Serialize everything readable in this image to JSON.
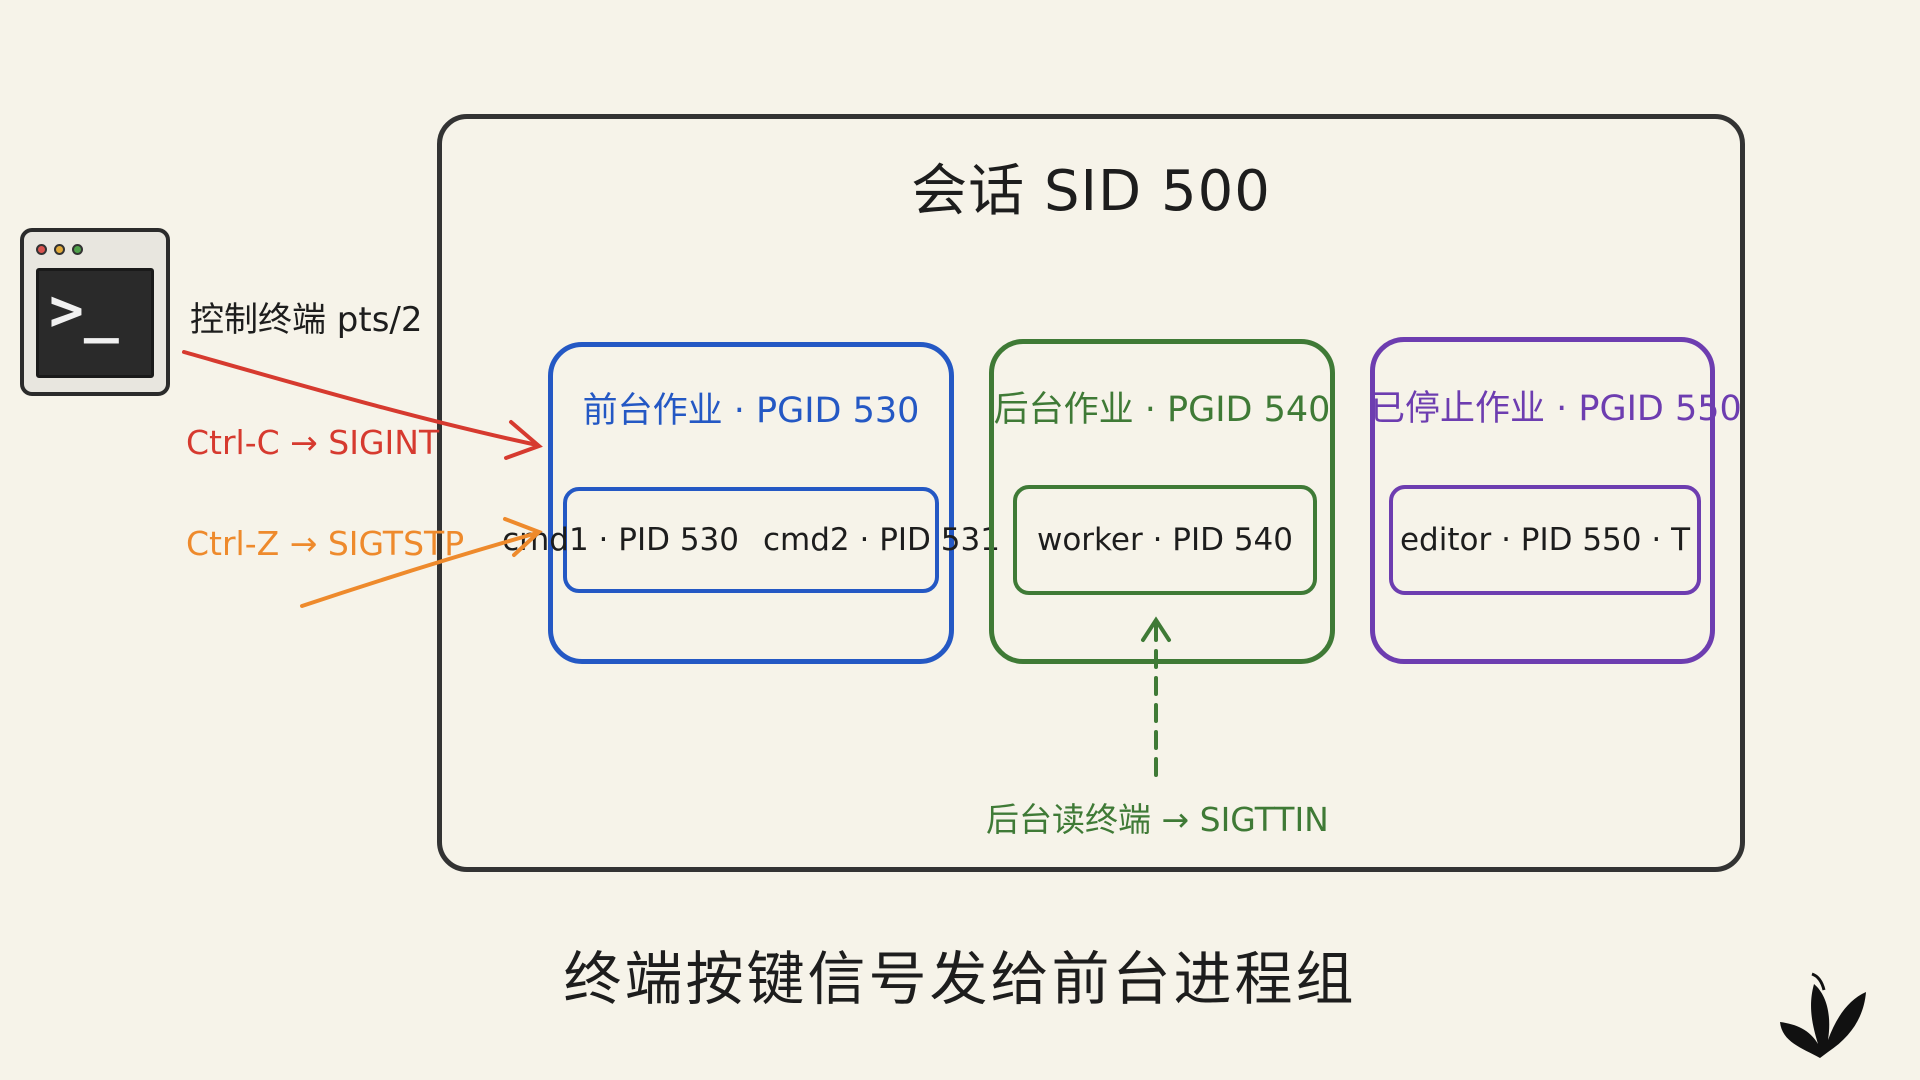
{
  "terminal": {
    "label": "控制终端 pts/2",
    "prompt": ">_",
    "icon": "terminal-icon",
    "dot_colors": [
      "#d9534f",
      "#e0a93a",
      "#4fa04a"
    ]
  },
  "session": {
    "title": "会话 SID 500"
  },
  "groups": [
    {
      "title": "前台作业 · PGID 530",
      "processes": [
        "cmd1 · PID 530",
        "cmd2 · PID 531"
      ],
      "color": "#2458c4"
    },
    {
      "title": "后台作业 · PGID 540",
      "processes": [
        "worker · PID 540"
      ],
      "color": "#3f7a36"
    },
    {
      "title": "已停止作业 · PGID 550",
      "processes": [
        "editor · PID 550 · T"
      ],
      "color": "#6d3db0"
    }
  ],
  "signals": {
    "ctrl_c": {
      "label": "Ctrl-C → SIGINT",
      "color": "#d63a2f"
    },
    "ctrl_z": {
      "label": "Ctrl-Z → SIGTSTP",
      "color": "#ee8a2c"
    },
    "sigttin": {
      "label": "后台读终端 → SIGTTIN",
      "color": "#3f7a36"
    }
  },
  "caption": "终端按键信号发给前台进程组",
  "logo_icon": "butterfly-logo-icon"
}
